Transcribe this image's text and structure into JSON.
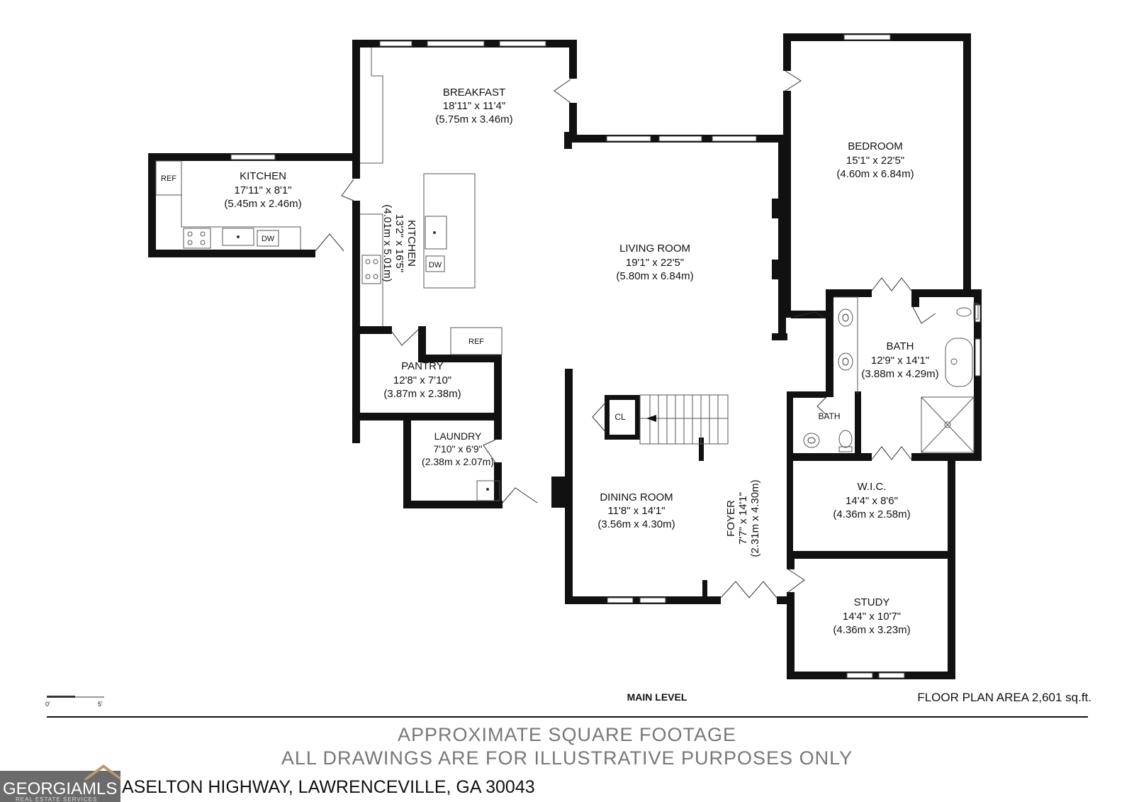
{
  "rooms": {
    "breakfast": {
      "name": "BREAKFAST",
      "dim_imperial": "18'11\" x 11'4\"",
      "dim_metric": "(5.75m x 3.46m)"
    },
    "kitchen": {
      "name": "KITCHEN",
      "dim_imperial": "17'11\" x 8'1\"",
      "dim_metric": "(5.45m x 2.46m)"
    },
    "kitchen2": {
      "name": "KITCHEN",
      "dim_imperial": "13'2\" x 16'5\"",
      "dim_metric": "(4.01m x 5.01m)"
    },
    "living": {
      "name": "LIVING ROOM",
      "dim_imperial": "19'1\" x 22'5\"",
      "dim_metric": "(5.80m x 6.84m)"
    },
    "bedroom": {
      "name": "BEDROOM",
      "dim_imperial": "15'1\" x 22'5\"",
      "dim_metric": "(4.60m x 6.84m)"
    },
    "bath": {
      "name": "BATH",
      "dim_imperial": "12'9\" x 14'1\"",
      "dim_metric": "(3.88m x 4.29m)"
    },
    "half_bath": {
      "name": "BATH"
    },
    "pantry": {
      "name": "PANTRY",
      "dim_imperial": "12'8\" x 7'10\"",
      "dim_metric": "(3.87m x 2.38m)"
    },
    "laundry": {
      "name": "LAUNDRY",
      "dim_imperial": "7'10\" x 6'9\"",
      "dim_metric": "(2.38m x 2.07m)"
    },
    "dining": {
      "name": "DINING ROOM",
      "dim_imperial": "11'8\" x 14'1\"",
      "dim_metric": "(3.56m x 4.30m)"
    },
    "foyer": {
      "name": "FOYER",
      "dim_imperial": "7'7\" x 14'1\"",
      "dim_metric": "(2.31m x 4.30m)"
    },
    "wic": {
      "name": "W.I.C.",
      "dim_imperial": "14'4\" x 8'6\"",
      "dim_metric": "(4.36m x 2.58m)"
    },
    "study": {
      "name": "STUDY",
      "dim_imperial": "14'4\" x 10'7\"",
      "dim_metric": "(4.36m x 3.23m)"
    },
    "closet": {
      "name": "CL"
    }
  },
  "fixtures": {
    "ref": "REF",
    "dw": "DW"
  },
  "scale": {
    "start": "0'",
    "end": "5'"
  },
  "level_label": "MAIN LEVEL",
  "floor_area": "FLOOR PLAN AREA 2,601 sq.ft.",
  "footer": {
    "line1": "APPROXIMATE SQUARE FOOTAGE",
    "line2": "ALL DRAWINGS ARE FOR ILLUSTRATIVE PURPOSES ONLY",
    "address": "ASELTON HIGHWAY, LAWRENCEVILLE, GA 30043"
  },
  "logo": {
    "text": "GEORGIAMLS",
    "sub": "REAL ESTATE SERVICES"
  }
}
